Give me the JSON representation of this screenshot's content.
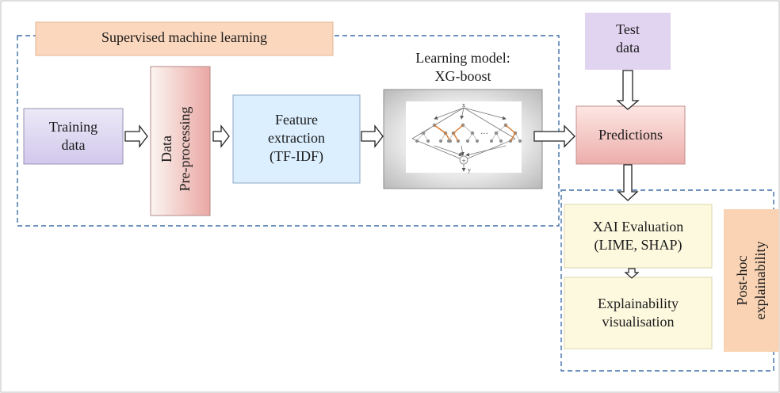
{
  "diagram": {
    "supervised_label": "Supervised machine learning",
    "training_data": [
      "Training",
      "data"
    ],
    "data_preprocessing": [
      "Data",
      "Pre-processing"
    ],
    "feature_extraction": [
      "Feature",
      "extraction",
      "(TF-IDF)"
    ],
    "learning_model_caption": [
      "Learning model:",
      "XG-boost"
    ],
    "test_data": [
      "Test",
      "data"
    ],
    "predictions": "Predictions",
    "xai_evaluation": [
      "XAI Evaluation",
      "(LIME, SHAP)"
    ],
    "explainability_visualisation": [
      "Explainability",
      "visualisation"
    ],
    "post_hoc": [
      "Post-hoc",
      "explainability"
    ],
    "xgboost_image_text": {
      "ellipsis": "···",
      "x": "x",
      "plus": "+",
      "y": "y"
    }
  },
  "colors": {
    "supervised_fill": "#fbd7bd",
    "post_hoc_fill": "#f9d3b3",
    "training_fill": "#d7d0ee",
    "test_fill": "#e1d4f1",
    "feature_fill": "#dcefff",
    "yellow_fill": "#fdf9df",
    "dashed_stroke": "#3f6fa8",
    "arrow_stroke": "#222222"
  }
}
